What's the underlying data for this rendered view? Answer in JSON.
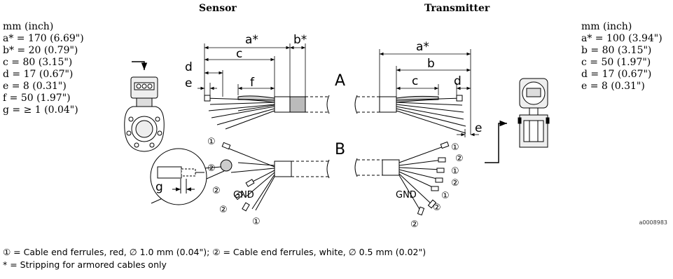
{
  "headings": {
    "sensor": "Sensor",
    "transmitter": "Transmitter"
  },
  "sensor_specs": {
    "unit": "mm (inch)",
    "lines": [
      "a* = 170 (6.69\")",
      "b* = 20 (0.79\")",
      "c = 80 (3.15\")",
      "d = 17 (0.67\")",
      "e = 8 (0.31\")",
      "f = 50 (1.97\")",
      "g = ≥ 1 (0.04\")"
    ]
  },
  "transmitter_specs": {
    "unit": "mm (inch)",
    "lines": [
      "a* = 100 (3.94\")",
      "b = 80 (3.15\")",
      "c = 50 (1.97\")",
      "d = 17 (0.67\")",
      "e = 8 (0.31\")"
    ]
  },
  "diagram": {
    "section_a": "A",
    "section_b": "B",
    "sensor_dims": {
      "a": "a*",
      "b": "b*",
      "c": "c",
      "d": "d",
      "e": "e",
      "f": "f",
      "g": "g"
    },
    "transmitter_dims": {
      "a": "a*",
      "b": "b",
      "c": "c",
      "d": "d",
      "e": "e"
    },
    "gnd": "GND",
    "ferrule_1": "①",
    "ferrule_2": "②"
  },
  "figure_code": "a0008983",
  "footer": {
    "line1": "① = Cable end ferrules, red, ∅ 1.0 mm (0.04\"); ② = Cable end ferrules, white, ∅ 0.5 mm (0.02\")",
    "line2": "* = Stripping for armored cables only"
  }
}
